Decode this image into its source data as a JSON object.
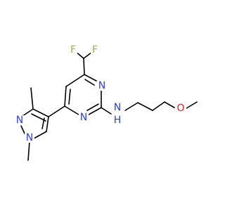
{
  "molecule": {
    "atoms": [
      {
        "id": "F1",
        "label": "F"
      },
      {
        "id": "F2",
        "label": "F"
      },
      {
        "id": "N_pyr_top",
        "label": "N"
      },
      {
        "id": "N_pyr_bottom",
        "label": "N"
      },
      {
        "id": "NH",
        "label": "N"
      },
      {
        "id": "H",
        "label": "H"
      },
      {
        "id": "O",
        "label": "O"
      },
      {
        "id": "N_pz1",
        "label": "N"
      },
      {
        "id": "N_pz2",
        "label": "N"
      }
    ],
    "colors": {
      "fluorine": "#90b93d",
      "nitrogen": "#2f3ee0",
      "oxygen": "#e0201a",
      "bond": "#000000"
    }
  }
}
